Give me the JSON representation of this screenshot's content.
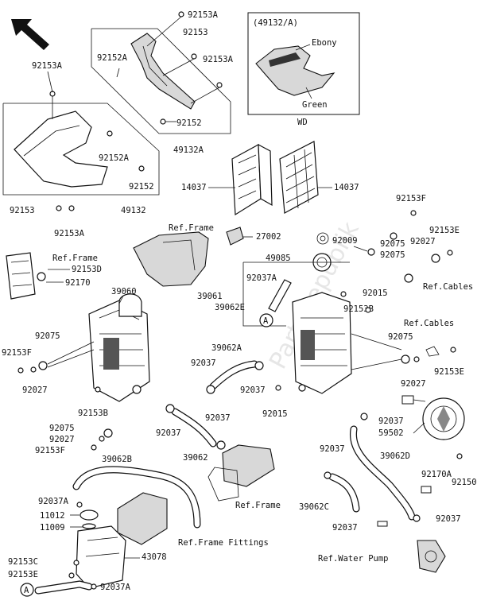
{
  "labels": {
    "p92153A_top": "92153A",
    "p92153_top": "92153",
    "p92152A_top": "92152A",
    "p92153A_mid": "92153A",
    "p92152_top": "92152",
    "p49132A": "49132A",
    "p92153A_left": "92153A",
    "p92152A_left": "92152A",
    "p92152_left": "92152",
    "p92153_left": "92153",
    "p49132": "49132",
    "p92153A_low": "92153A",
    "inset_code": "(49132/A)",
    "inset_ebony": "Ebony",
    "inset_green": "Green",
    "inset_wd": "WD",
    "p14037_l": "14037",
    "p14037_r": "14037",
    "ref_frame_1": "Ref.Frame",
    "p27002": "27002",
    "ref_frame_2": "Ref.Frame",
    "p92153D": "92153D",
    "p92170": "92170",
    "p39060": "39060",
    "p92075_l": "92075",
    "p92153F_l": "92153F",
    "p92027_l": "92027",
    "p92153B_l": "92153B",
    "p92075_l2": "92075",
    "p92027_l2": "92027",
    "p92153F_l2": "92153F",
    "p92009": "92009",
    "p49085": "49085",
    "p92037A_mid": "92037A",
    "p39061": "39061",
    "p39062E": "39062E",
    "p92075_m": "92075",
    "p92015_m": "92015",
    "p92153B_m": "92153B",
    "p92153F_r": "92153F",
    "p92153E_r": "92153E",
    "p92027_r": "92027",
    "p92075_r": "92075",
    "ref_cables_1": "Ref.Cables",
    "ref_cables_2": "Ref.Cables",
    "p92075_r2": "92075",
    "p92153E_r2": "92153E",
    "p92027_r2": "92027",
    "p39062A": "39062A",
    "p92037_a": "92037",
    "p92037_b": "92037",
    "p92015_b": "92015",
    "p92037_c": "92037",
    "p92037_d": "92037",
    "p92037_e": "92037",
    "p39062": "39062",
    "p59502": "59502",
    "p92037_f": "92037",
    "p39062D": "39062D",
    "p92170A": "92170A",
    "p92150": "92150",
    "p39062B": "39062B",
    "ref_frame_3": "Ref.Frame",
    "p39062C": "39062C",
    "p92037_g": "92037",
    "p92037_h": "92037",
    "p92037A_l": "92037A",
    "p11012": "11012",
    "p11009": "11009",
    "ref_frame_fittings": "Ref.Frame Fittings",
    "p43078": "43078",
    "p92153C": "92153C",
    "p92153E_l": "92153E",
    "p92037A_b": "92037A",
    "ref_water_pump": "Ref.Water Pump",
    "marker_A": "A",
    "marker_A2": "A",
    "watermark": "PartsRepublik"
  }
}
